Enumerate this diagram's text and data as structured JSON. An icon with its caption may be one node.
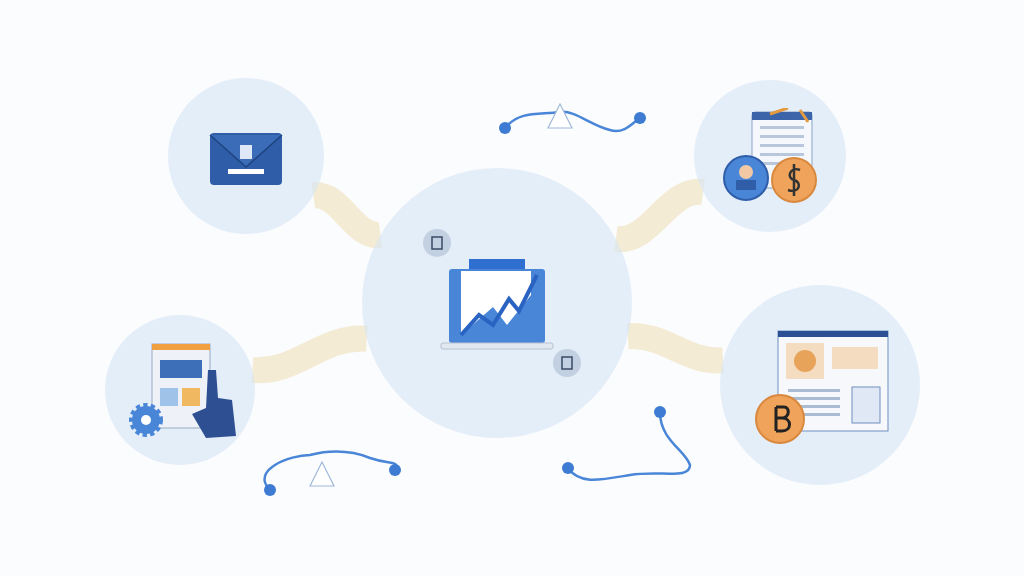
{
  "diagram": {
    "nodes": [
      {
        "text": [],
        "shape": "picture"
      },
      {
        "text": [],
        "shape": "picture"
      },
      {
        "text": [],
        "shape": "picture"
      },
      {
        "text": [],
        "shape": "picture"
      },
      {
        "text": [],
        "shape": "picture"
      }
    ],
    "edges": [
      {
        "from": 0,
        "to": 2,
        "arrow": "none"
      },
      {
        "from": 2,
        "to": 1,
        "arrow": "none"
      },
      {
        "from": 3,
        "to": 2,
        "arrow": "none"
      },
      {
        "from": 2,
        "to": 4,
        "arrow": "none"
      }
    ]
  }
}
